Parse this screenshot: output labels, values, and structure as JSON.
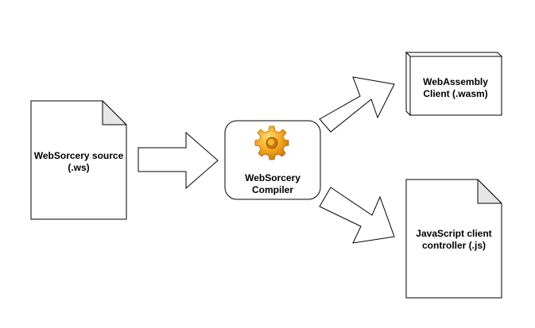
{
  "nodes": {
    "source": {
      "line1": "WebSorcery source",
      "line2": "(.ws)"
    },
    "compiler": {
      "line1": "WebSorcery",
      "line2": "Compiler",
      "icon": "gear-icon"
    },
    "wasm": {
      "line1": "WebAssembly",
      "line2": "Client (.wasm)"
    },
    "js": {
      "line1": "JavaScript client",
      "line2": "controller (.js)"
    }
  },
  "colors": {
    "stroke": "#000000",
    "fill": "#ffffff",
    "fold": "#e6e6e6",
    "gear": "#f0a21a",
    "gear_dark": "#c8780c",
    "gear_light": "#ffd060"
  }
}
